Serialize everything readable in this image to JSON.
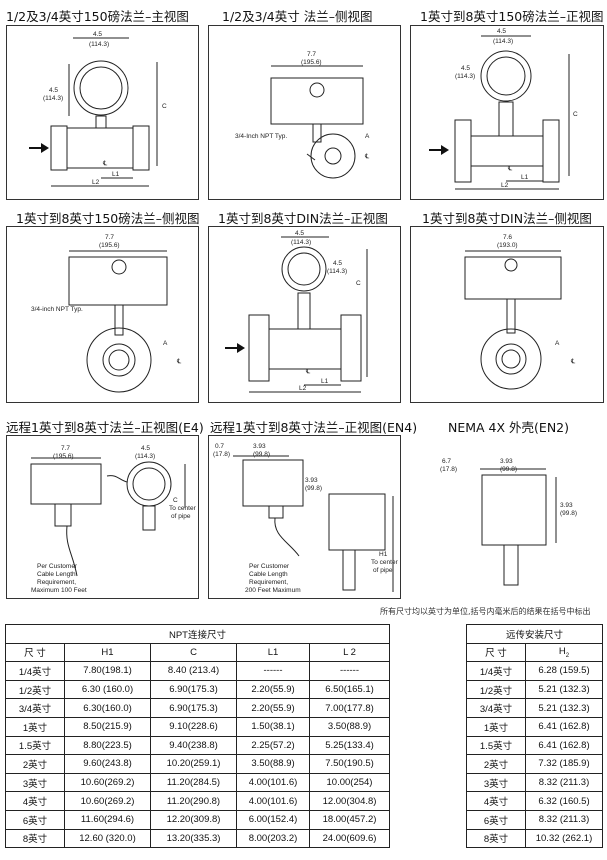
{
  "captions": {
    "c1": "1/2及3/4英寸150磅法兰–主视图",
    "c2": "1/2及3/4英寸 法兰–侧视图",
    "c3": "1英寸到8英寸150磅法兰–正视图",
    "c4": "1英寸到8英寸150磅法兰–侧视图",
    "c5": "1英寸到8英寸DIN法兰–正视图",
    "c6": "1英寸到8英寸DIN法兰–侧视图",
    "c7": "远程1英寸到8英寸法兰–正视图(E4)",
    "c8": "远程1英寸到8英寸法兰–正视图(EN4)",
    "c9": "NEMA 4X 外壳(EN2)"
  },
  "dims": {
    "d45": "4.5",
    "d1143": "(114.3)",
    "d77": "7.7",
    "d1956": "(195.6)",
    "d76": "7.6",
    "d1930": "(193.0)",
    "d07": "0.7",
    "d178": "(17.8)",
    "d67": "6.7",
    "d393": "3.93",
    "d998": "(99.8)",
    "C": "C",
    "A": "A",
    "L1": "L1",
    "L2": "L2",
    "H1": "H1",
    "cl": "℄",
    "npt": "3/4-Inch NPT Typ.",
    "npt2": "3/4-inch NPT Typ.",
    "center_pipe_1": "C",
    "center_pipe_2": "To center",
    "center_pipe_3": "of pipe",
    "h1_center_1": "H1",
    "h1_center_2": "To center",
    "h1_center_3": "of pipe",
    "cable_e4_1": "Per Customer",
    "cable_e4_2": "Cable Length",
    "cable_e4_3": "Requirement,",
    "cable_e4_4": "Maximum 100 Feet",
    "cable_en4_1": "Per Customer",
    "cable_en4_2": "Cable Length",
    "cable_en4_3": "Requirement,",
    "cable_en4_4": "200 Feet Maximum"
  },
  "note": "所有尺寸均以英寸为单位,括号内毫米后的结果在括号中标出",
  "npt_table": {
    "title": "NPT连接尺寸",
    "headers": [
      "尺 寸",
      "H1",
      "C",
      "L1",
      "L 2"
    ],
    "rows": [
      [
        "1/4英寸",
        "7.80(198.1)",
        "8.40 (213.4)",
        "------",
        "------"
      ],
      [
        "1/2英寸",
        "6.30 (160.0)",
        "6.90(175.3)",
        "2.20(55.9)",
        "6.50(165.1)"
      ],
      [
        "3/4英寸",
        "6.30(160.0)",
        "6.90(175.3)",
        "2.20(55.9)",
        "7.00(177.8)"
      ],
      [
        "1英寸",
        "8.50(215.9)",
        "9.10(228.6)",
        "1.50(38.1)",
        "3.50(88.9)"
      ],
      [
        "1.5英寸",
        "8.80(223.5)",
        "9.40(238.8)",
        "2.25(57.2)",
        "5.25(133.4)"
      ],
      [
        "2英寸",
        "9.60(243.8)",
        "10.20(259.1)",
        "3.50(88.9)",
        "7.50(190.5)"
      ],
      [
        "3英寸",
        "10.60(269.2)",
        "11.20(284.5)",
        "4.00(101.6)",
        "10.00(254)"
      ],
      [
        "4英寸",
        "10.60(269.2)",
        "11.20(290.8)",
        "4.00(101.6)",
        "12.00(304.8)"
      ],
      [
        "6英寸",
        "11.60(294.6)",
        "12.20(309.8)",
        "6.00(152.4)",
        "18.00(457.2)"
      ],
      [
        "8英寸",
        "12.60 (320.0)",
        "13.20(335.3)",
        "8.00(203.2)",
        "24.00(609.6)"
      ]
    ]
  },
  "remote_table": {
    "title": "远传安装尺寸",
    "header_size": "尺 寸",
    "header_h": "H",
    "header_h_sub": "2",
    "rows": [
      [
        "1/4英寸",
        "6.28 (159.5)"
      ],
      [
        "1/2英寸",
        "5.21 (132.3)"
      ],
      [
        "3/4英寸",
        "5.21 (132.3)"
      ],
      [
        "1英寸",
        "6.41 (162.8)"
      ],
      [
        "1.5英寸",
        "6.41 (162.8)"
      ],
      [
        "2英寸",
        "7.32 (185.9)"
      ],
      [
        "3英寸",
        "8.32 (211.3)"
      ],
      [
        "4英寸",
        "6.32 (160.5)"
      ],
      [
        "6英寸",
        "8.32 (211.3)"
      ],
      [
        "8英寸",
        "10.32 (262.1)"
      ]
    ]
  }
}
